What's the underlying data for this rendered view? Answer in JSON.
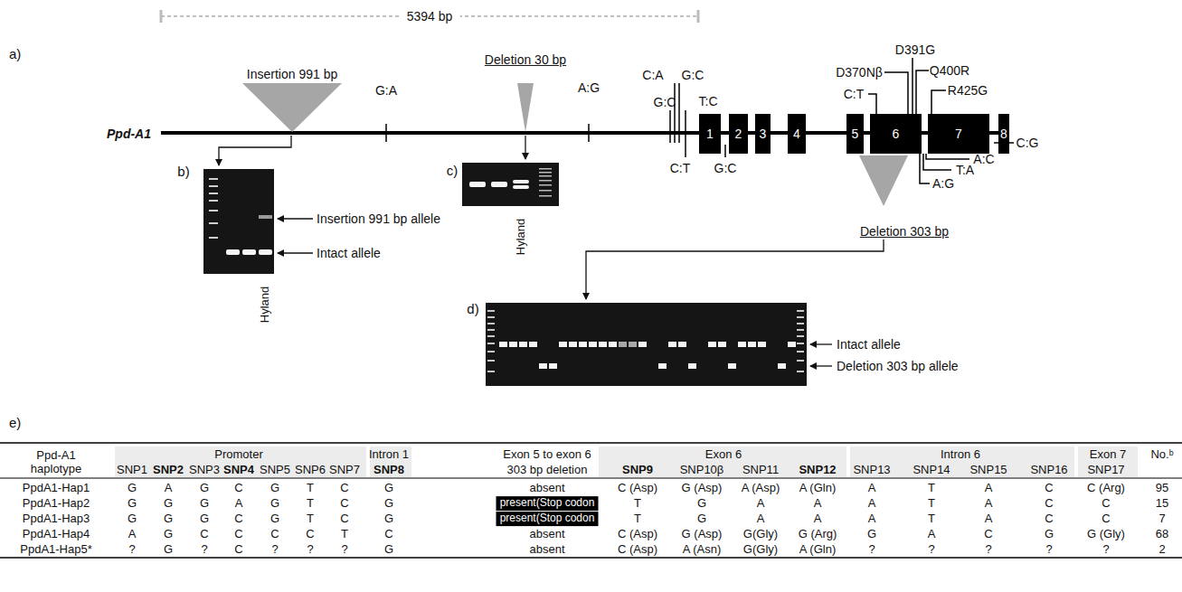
{
  "diagram": {
    "nodes": [
      {
        "text": [
          "1"
        ]
      },
      {
        "text": [
          "2"
        ]
      },
      {
        "text": [
          "3"
        ]
      },
      {
        "text": [
          "4"
        ]
      },
      {
        "text": [
          "5"
        ]
      },
      {
        "text": [
          "6"
        ]
      },
      {
        "text": [
          "7"
        ]
      },
      {
        "text": [
          "8"
        ]
      }
    ],
    "labels": [
      "5394 bp",
      "a)",
      "Ppd-A1",
      "Insertion 991 bp",
      "G:A",
      "Deletion 30 bp",
      "A:G",
      "G:C",
      "C:A",
      "G:C",
      "T:C",
      "C:T",
      "G:C",
      "C:T",
      "D370Nβ",
      "D391G",
      "Q400R",
      "R425G",
      "A:G",
      "T:A",
      "A:C",
      "C:G",
      "Deletion 303 bp",
      "b)",
      "Insertion 991 bp allele",
      "Intact allele",
      "Hyland",
      "c)",
      "Hyland",
      "d)",
      "Intact allele",
      "Deletion 303 bp allele",
      "e)",
      "Ppd-A1 haplotype",
      "Promoter",
      "Intron 1",
      "Exon 5 to exon 6",
      "Exon 6",
      "Intron 6",
      "Exon 7",
      "No.ᵇ",
      "SNP1",
      "SNP2",
      "SNP3",
      "SNP4",
      "SNP5",
      "SNP6",
      "SNP7",
      "SNP8",
      "303 bp deletion",
      "SNP9",
      "SNP10β",
      "SNP11",
      "SNP12",
      "SNP13",
      "SNP14",
      "SNP15",
      "SNP16",
      "SNP17",
      "PpdA1-Hap1",
      "G",
      "A",
      "G",
      "C",
      "G",
      "T",
      "C",
      "G",
      "absent",
      "C (Asp)",
      "G (Asp)",
      "A (Asp)",
      "A (Gln)",
      "A",
      "T",
      "A",
      "C",
      "C (Arg)",
      "95",
      "PpdA1-Hap2",
      "G",
      "G",
      "G",
      "A",
      "G",
      "T",
      "C",
      "G",
      "present(Stop codon",
      "T",
      "G",
      "A",
      "A",
      "A",
      "T",
      "A",
      "C",
      "C",
      "15",
      "PpdA1-Hap3",
      "G",
      "G",
      "G",
      "C",
      "G",
      "T",
      "C",
      "G",
      "present(Stop codon",
      "T",
      "G",
      "A",
      "A",
      "A",
      "T",
      "A",
      "C",
      "C",
      "7",
      "PpdA1-Hap4",
      "A",
      "G",
      "C",
      "C",
      "C",
      "C",
      "T",
      "C",
      "absent",
      "C (Asp)",
      "G (Asp)",
      "G(Gly)",
      "G (Arg)",
      "G",
      "A",
      "C",
      "G",
      "G (Gly)",
      "68",
      "PpdA1-Hap5*",
      "?",
      "G",
      "?",
      "C",
      "?",
      "?",
      "?",
      "G",
      "absent",
      "C (Asp)",
      "A (Asn)",
      "G(Gly)",
      "A (Gln)",
      "?",
      "?",
      "?",
      "?",
      "?",
      "2"
    ]
  }
}
